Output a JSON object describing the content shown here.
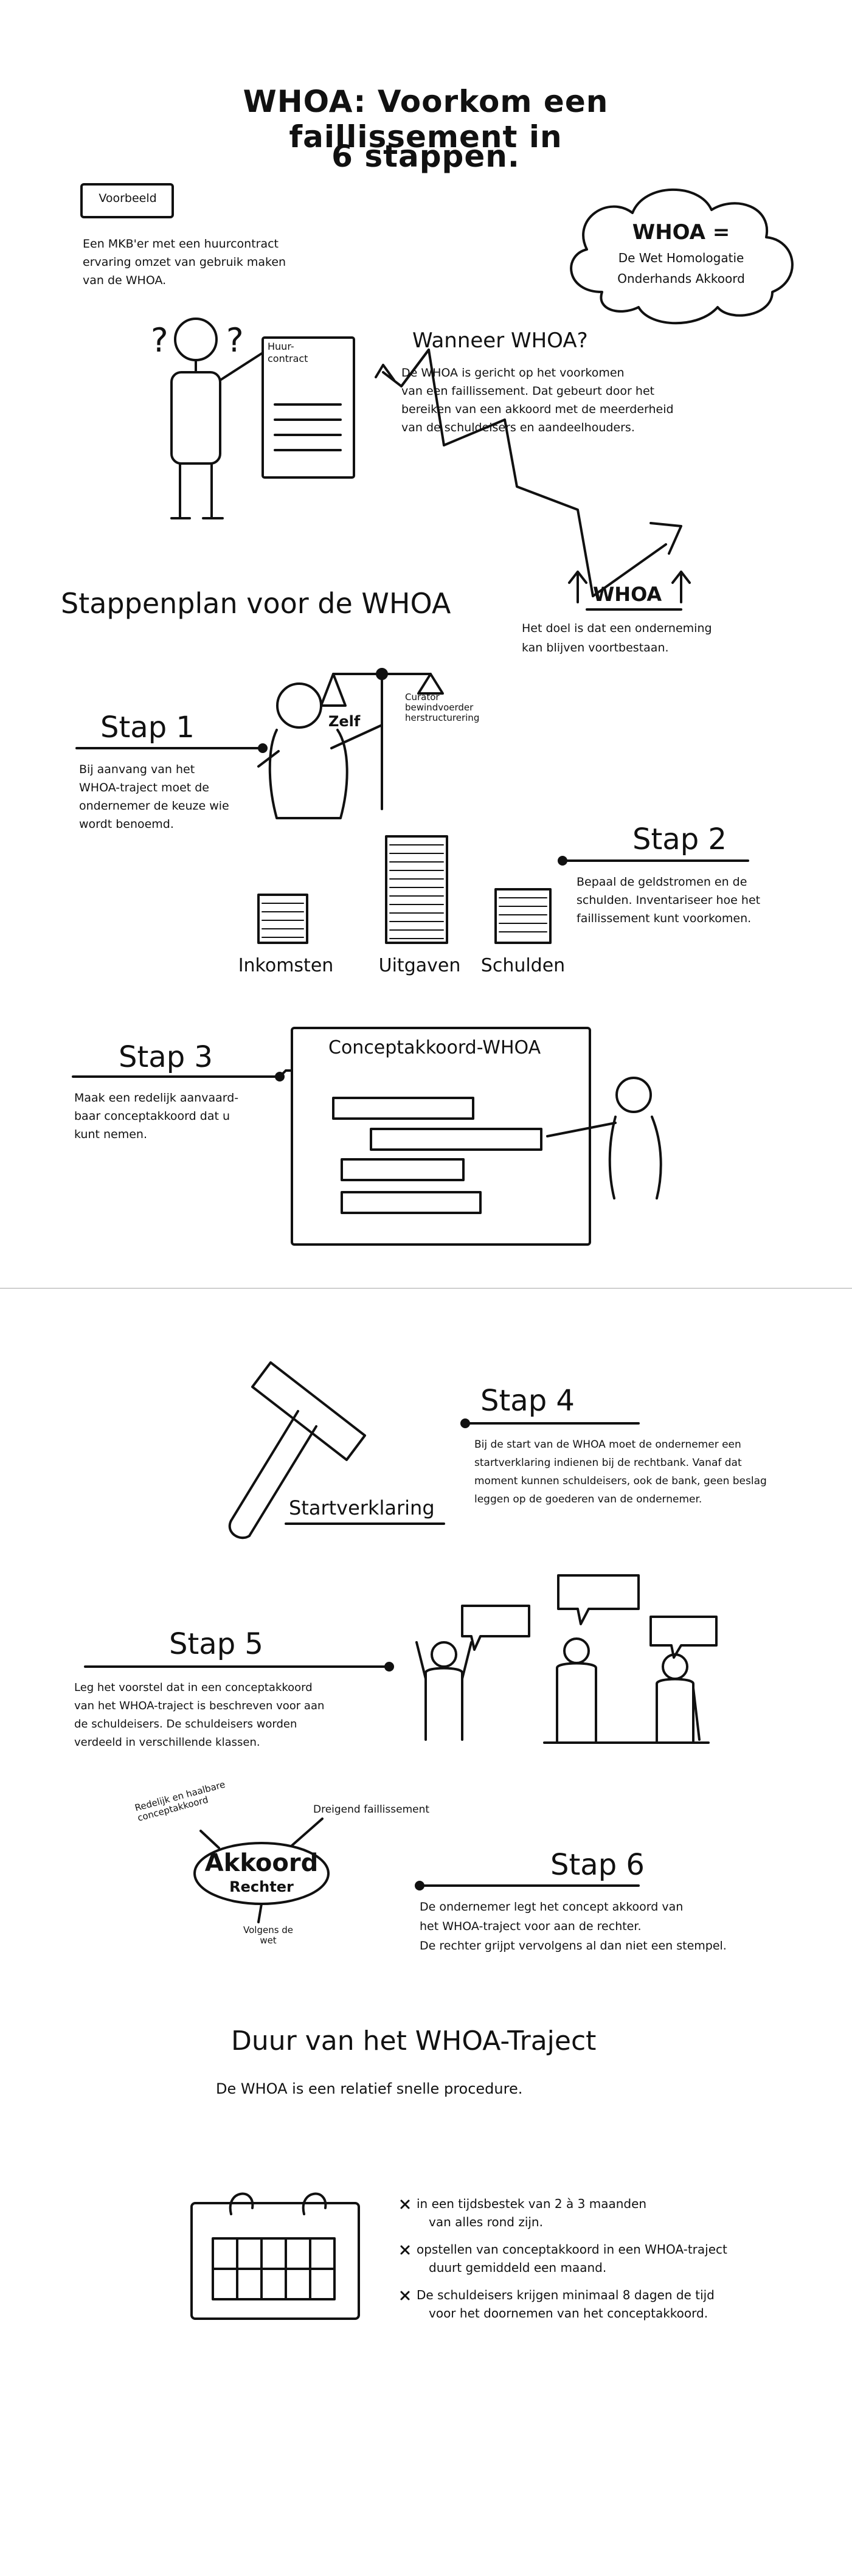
{
  "title_line1": "WHOA: Voorkom een faillissement in",
  "title_line2": "6 stappen.",
  "cloud": {
    "heading": "WHOA =",
    "line1": "De Wet Homologatie",
    "line2": "Onderhands Akkoord"
  },
  "voorbeeld": {
    "label": "Voorbeeld",
    "text_1": "Een MKB'er met een huurcontract",
    "text_2": "ervaring omzet van gebruik maken",
    "text_3": "van de WHOA."
  },
  "huurcontract_label": "Huur-\ncontract",
  "wanneer": {
    "heading": "Wanneer WHOA?",
    "text_1": "De WHOA is gericht op het voorkomen",
    "text_2": "van een faillissement. Dat gebeurt door het",
    "text_3": "bereiken van een akkoord met de meerderheid",
    "text_4": "van de schuldeisers en aandeelhouders."
  },
  "whoa_arrow_label": "WHOA",
  "goal_1": "Het doel is dat een onderneming",
  "goal_2": "kan blijven voortbestaan.",
  "stappenplan_heading": "Stappenplan voor de WHOA",
  "scale": {
    "left": "Zelf",
    "right": "Curator\nbewindvoerder\nherstructurering"
  },
  "stap1": {
    "title": "Stap 1",
    "text_1": "Bij aanvang van het",
    "text_2": "WHOA-traject moet de",
    "text_3": "ondernemer de keuze wie",
    "text_4": "wordt benoemd."
  },
  "stap2": {
    "title": "Stap 2",
    "text_1": "Bepaal de geldstromen en de",
    "text_2": "schulden. Inventariseer hoe het",
    "text_3": "faillissement kunt voorkomen."
  },
  "bars": [
    {
      "label": "Inkomsten",
      "level": 0.45
    },
    {
      "label": "Uitgaven",
      "level": 1.0
    },
    {
      "label": "Schulden",
      "level": 0.5
    }
  ],
  "stap3": {
    "title": "Stap 3",
    "text_1": "Maak een redelijk aanvaard-",
    "text_2": "baar conceptakkoord dat u",
    "text_3": "kunt nemen."
  },
  "concept_title": "Conceptakkoord-WHOA",
  "stap4": {
    "title": "Stap 4",
    "text_1": "Bij de start van de WHOA moet de ondernemer een",
    "text_2": "startverklaring indienen bij de rechtbank. Vanaf dat",
    "text_3": "moment kunnen schuldeisers, ook de bank, geen beslag",
    "text_4": "leggen op de goederen van de ondernemer."
  },
  "hammer_label": "Startverklaring",
  "stap5": {
    "title": "Stap 5",
    "text_1": "Leg het voorstel dat in een conceptakkoord",
    "text_2": "van het WHOA-traject is beschreven voor aan",
    "text_3": "de schuldeisers. De schuldeisers worden",
    "text_4": "verdeeld in verschillende klassen."
  },
  "akkoord": {
    "word": "Akkoord",
    "sub": "Rechter",
    "n1": "Redelijk en haalbare\nconceptakkoord",
    "n2": "Dreigend faillissement",
    "n3": "Volgens de\nwet"
  },
  "stap6": {
    "title": "Stap 6",
    "text_1": "De ondernemer legt het concept akkoord van",
    "text_2": "het WHOA-traject voor aan de rechter.",
    "text_3": "De rechter grijpt vervolgens al dan niet een stempel."
  },
  "duur": {
    "heading": "Duur van het WHOA-Traject",
    "intro": "De WHOA is een relatief snelle procedure.",
    "b1_1": "in een tijdsbestek van 2 à 3 maanden",
    "b1_2": "van alles rond zijn.",
    "b2_1": "opstellen van conceptakkoord in een WHOA-traject",
    "b2_2": "duurt gemiddeld een maand.",
    "b3_1": "De schuldeisers krijgen minimaal 8 dagen de tijd",
    "b3_2": "voor het doornemen van het conceptakkoord."
  }
}
